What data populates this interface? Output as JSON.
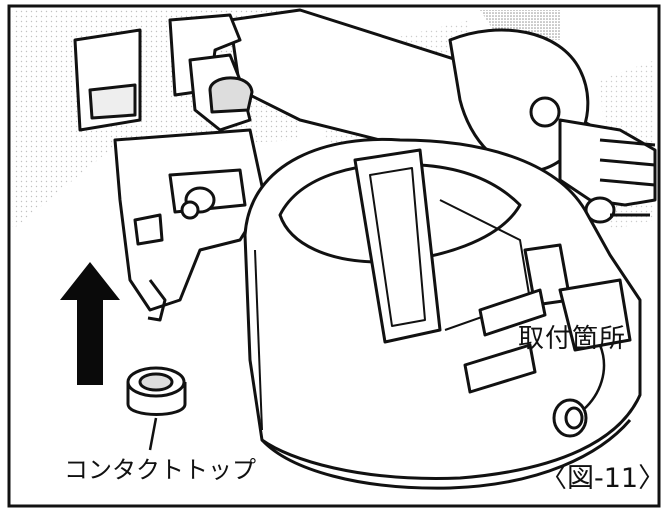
{
  "labels": {
    "install_location": "取付箇所",
    "contact_top": "コンタクトトップ",
    "figure_number": "〈図-11〉"
  },
  "colors": {
    "ink": "#111111",
    "paper": "#ffffff",
    "screentone": "#bdbdbd"
  },
  "icons": {
    "arrow": "up-arrow-icon"
  }
}
